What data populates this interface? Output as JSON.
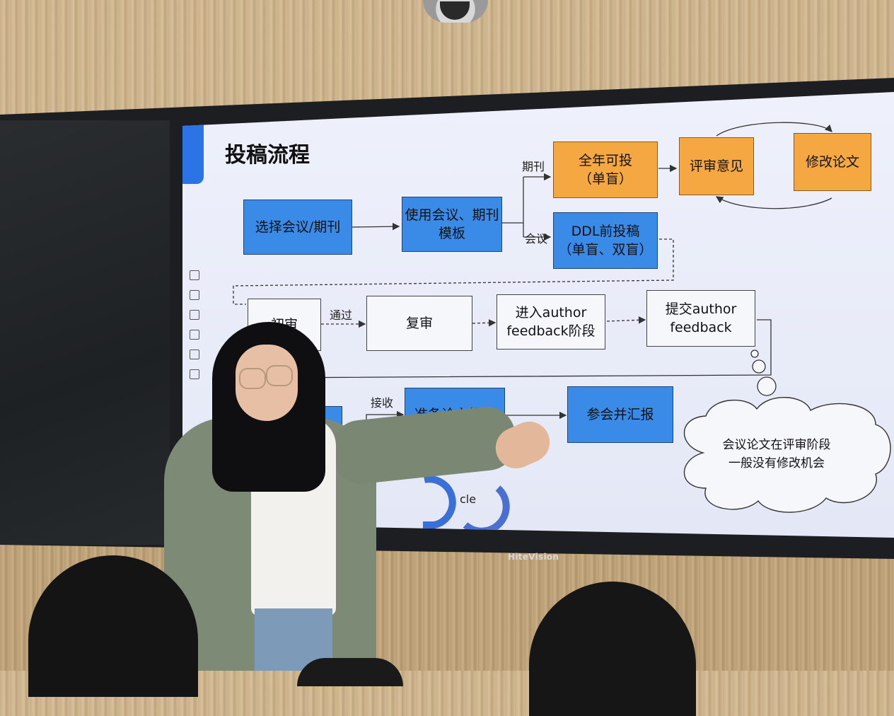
{
  "brand": "HiteVision",
  "slide": {
    "title": "投稿流程",
    "boxes": {
      "select": "选择会议/期刊",
      "template": "使用会议、期刊模板",
      "journal_submit": "全年可投\n（单盲）",
      "review_comments": "评审意见",
      "revise": "修改论文",
      "ddl_submit": "DDL前投稿\n（单盲、双盲）",
      "first_review": "初审",
      "second_review": "复审",
      "enter_feedback": "进入author\nfeedback阶段",
      "submit_feedback": "提交author\nfeedback",
      "final_paper": "准备论文终稿",
      "attend": "参会并汇报"
    },
    "labels": {
      "journal": "期刊",
      "conference": "会议",
      "pass": "通过",
      "accept": "接收",
      "cycle_fragment": "cle"
    },
    "thought_bubble": "会议论文在评审阶段\n一般没有修改机会"
  },
  "colors": {
    "blue_box": "#3a8ae8",
    "orange_box": "#f5a742",
    "accent": "#2a74e6"
  }
}
